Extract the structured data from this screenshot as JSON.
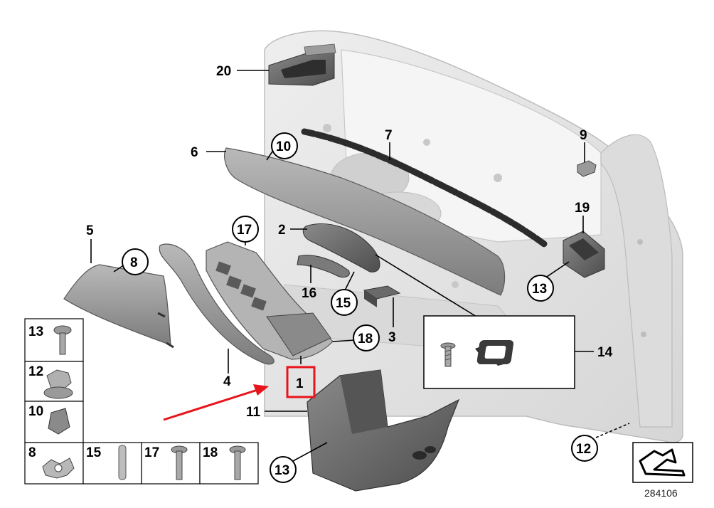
{
  "diagram": {
    "callouts": {
      "c1": "1",
      "c2": "2",
      "c3": "3",
      "c4": "4",
      "c5": "5",
      "c6": "6",
      "c7": "7",
      "c8": "8",
      "c9": "9",
      "c10": "10",
      "c11": "11",
      "c12": "12",
      "c13a": "13",
      "c13b": "13",
      "c14": "14",
      "c15": "15",
      "c16": "16",
      "c17": "17",
      "c18": "18",
      "c19": "19",
      "c20": "20"
    },
    "legend": {
      "l13": "13",
      "l12": "12",
      "l10": "10",
      "l8": "8",
      "l15": "15",
      "l17": "17",
      "l18": "18"
    },
    "diagram_number": "284106",
    "colors": {
      "highlight": "#e8141c",
      "arrow": "#e8141c",
      "panel": "#e2e2e2",
      "trim": "#9a9a9a",
      "part_dark": "#6e6e6e"
    }
  }
}
